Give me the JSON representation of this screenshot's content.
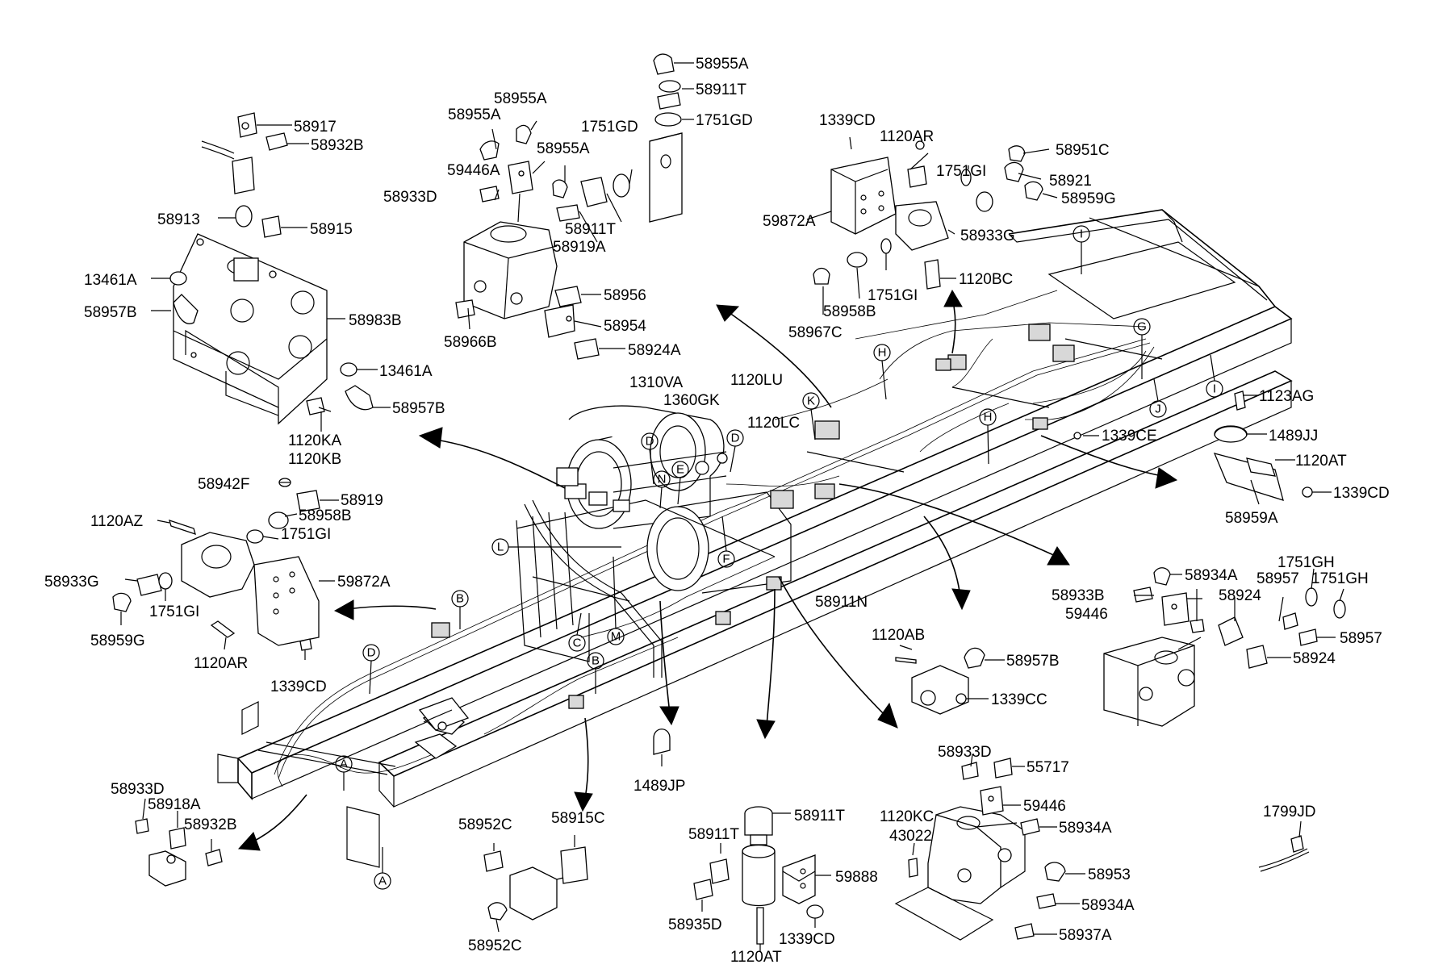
{
  "labels": {
    "l0": "58955A",
    "l1": "58911T",
    "l2": "1751GD",
    "l3": "58955A",
    "l4": "58955A",
    "l5": "1751GD",
    "l6": "58917",
    "l7": "58932B",
    "l8": "58955A",
    "l9": "59446A",
    "l10": "58933D",
    "l11": "58911T",
    "l12": "58919A",
    "l13": "58913",
    "l14": "58915",
    "l15": "13461A",
    "l16": "58957B",
    "l17": "58983B",
    "l18": "58956",
    "l19": "58954",
    "l20": "58966B",
    "l21": "58924A",
    "l22": "13461A",
    "l23": "58957B",
    "l24": "1120KA",
    "l25": "1120KB",
    "l26": "1339CD",
    "l27": "1120AR",
    "l28": "58951C",
    "l29": "1751GI",
    "l30": "58921",
    "l31": "58959G",
    "l32": "59872A",
    "l33": "58933G",
    "l34": "1751GI",
    "l35": "1120BC",
    "l36": "58958B",
    "l37": "58967C",
    "l38": "1310VA",
    "l39": "1120LU",
    "l40": "1360GK",
    "l41": "1120LC",
    "l42": "1123AG",
    "l43": "1489JJ",
    "l44": "1339CE",
    "l45": "1120AT",
    "l46": "1339CD",
    "l47": "58959A",
    "l48": "58942F",
    "l49": "58919",
    "l50": "58958B",
    "l51": "1120AZ",
    "l52": "1751GI",
    "l53": "58933G",
    "l54": "59872A",
    "l55": "1751GI",
    "l56": "58959G",
    "l57": "1120AR",
    "l58": "1339CD",
    "l59": "58911N",
    "l60": "1751GH",
    "l61": "58934A",
    "l62": "58957",
    "l63": "1751GH",
    "l64": "58933B",
    "l65": "59446",
    "l66": "58924",
    "l67": "58957",
    "l68": "58924",
    "l69": "1120AB",
    "l70": "58957B",
    "l71": "1339CC",
    "l72": "1489JP",
    "l73": "58933D",
    "l74": "55717",
    "l75": "58933D",
    "l76": "58918A",
    "l77": "58932B",
    "l78": "58915C",
    "l79": "58952C",
    "l80": "58911T",
    "l81": "58911T",
    "l82": "59888",
    "l83": "1120KC",
    "l84": "43022",
    "l85": "59446",
    "l86": "58934A",
    "l87": "1799JD",
    "l88": "58953",
    "l89": "58934A",
    "l90": "58937A",
    "l91": "58935D",
    "l92": "1339CD",
    "l93": "1120AT",
    "l94": "58952C"
  },
  "callouts": {
    "c0": "I",
    "c1": "G",
    "c2": "H",
    "c3": "I",
    "c4": "J",
    "c5": "K",
    "c6": "H",
    "c7": "D",
    "c8": "D",
    "c9": "E",
    "c10": "N",
    "c11": "L",
    "c12": "F",
    "c13": "B",
    "c14": "C",
    "c15": "M",
    "c16": "D",
    "c17": "B",
    "c18": "A",
    "c19": "A"
  }
}
